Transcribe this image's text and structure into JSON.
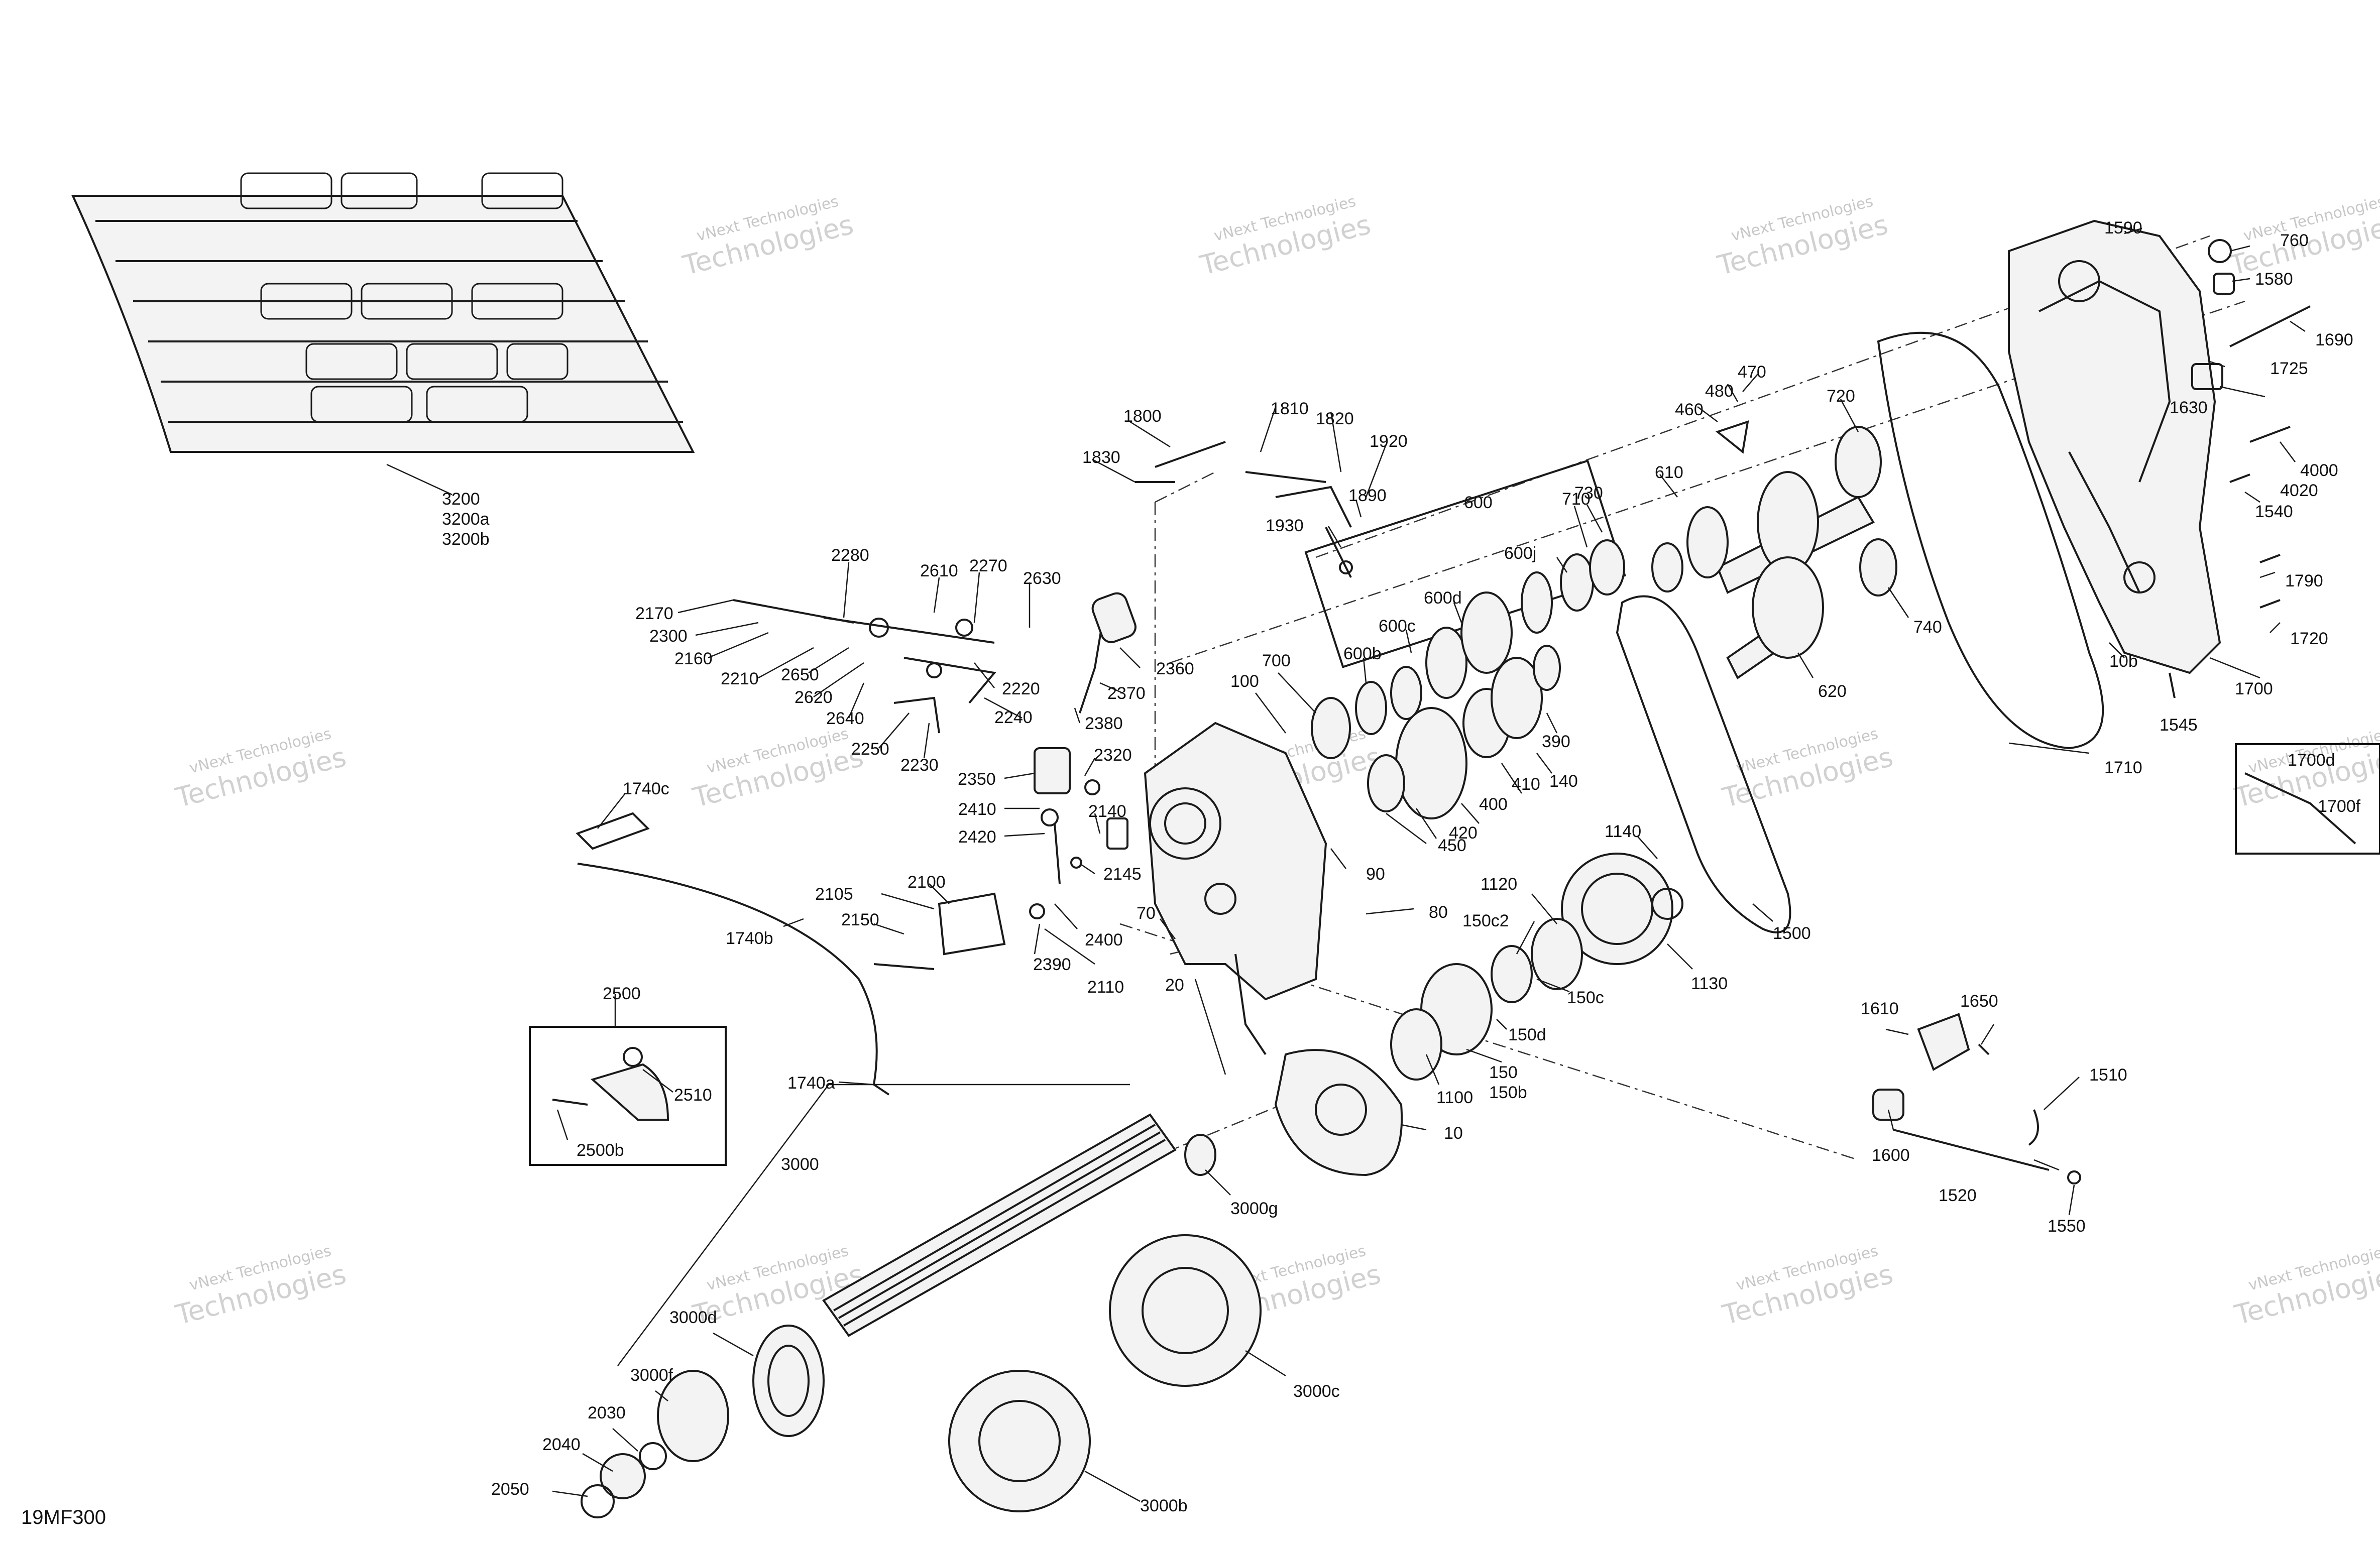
{
  "diagram_code": "19MF300",
  "watermark": {
    "line1": "vNext Technologies",
    "line2": "Technologies"
  },
  "callouts": {
    "c3200": "3200",
    "c3200a": "3200a",
    "c3200b": "3200b",
    "c1590": "1590",
    "c760": "760",
    "c1580": "1580",
    "c1690": "1690",
    "c1725": "1725",
    "c1630": "1630",
    "c4000": "4000",
    "c4020": "4020",
    "c1540": "1540",
    "c1790": "1790",
    "c1720": "1720",
    "c10b": "10b",
    "c1545": "1545",
    "c1700": "1700",
    "c1710": "1710",
    "c1700d": "1700d",
    "c1700f": "1700f",
    "c470": "470",
    "c480": "480",
    "c460": "460",
    "c720": "720",
    "c610": "610",
    "c730": "730",
    "c710": "710",
    "c600": "600",
    "c600j": "600j",
    "c600d": "600d",
    "c600c": "600c",
    "c600b": "600b",
    "c740": "740",
    "c620": "620",
    "c390": "390",
    "c140": "140",
    "c410": "410",
    "c400": "400",
    "c420": "420",
    "c450": "450",
    "c700": "700",
    "c100": "100",
    "c1800": "1800",
    "c1810": "1810",
    "c1820": "1820",
    "c1920": "1920",
    "c1830": "1830",
    "c1890": "1890",
    "c1930": "1930",
    "c2280": "2280",
    "c2610": "2610",
    "c2270": "2270",
    "c2630": "2630",
    "c2170": "2170",
    "c2300": "2300",
    "c2160": "2160",
    "c2210": "2210",
    "c2650": "2650",
    "c2620": "2620",
    "c2640": "2640",
    "c2220": "2220",
    "c2240": "2240",
    "c2250": "2250",
    "c2230": "2230",
    "c2360": "2360",
    "c2370": "2370",
    "c2380": "2380",
    "c2320": "2320",
    "c2350": "2350",
    "c2140": "2140",
    "c2145": "2145",
    "c2410": "2410",
    "c2420": "2420",
    "c2100": "2100",
    "c2105": "2105",
    "c2150": "2150",
    "c2390": "2390",
    "c2400": "2400",
    "c2110": "2110",
    "c1740c": "1740c",
    "c1740b": "1740b",
    "c1740a": "1740a",
    "c2500": "2500",
    "c2510": "2510",
    "c2500b": "2500b",
    "c90": "90",
    "c80": "80",
    "c70": "70",
    "c20": "20",
    "c1140": "1140",
    "c1120": "1120",
    "c150c2": "150c2",
    "c150c": "150c",
    "c150d": "150d",
    "c150": "150",
    "c150b": "150b",
    "c1100": "1100",
    "c10": "10",
    "c1130": "1130",
    "c1500": "1500",
    "c1610": "1610",
    "c1650": "1650",
    "c1510": "1510",
    "c1600": "1600",
    "c1520": "1520",
    "c1550": "1550",
    "c3000": "3000",
    "c3000g": "3000g",
    "c3000d": "3000d",
    "c3000f": "3000f",
    "c2030": "2030",
    "c2040": "2040",
    "c2050": "2050",
    "c3000c": "3000c",
    "c3000b": "3000b"
  }
}
